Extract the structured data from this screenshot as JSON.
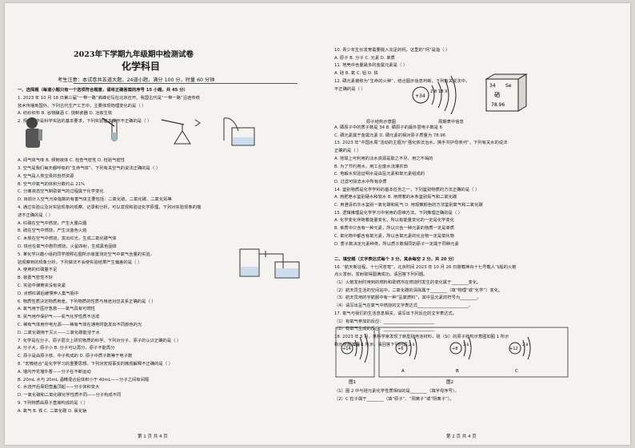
{
  "header": {
    "title": "2023年下学期九年级期中检测试卷",
    "subject": "化学科目",
    "exam_info": "考生注意：本试卷共五道大题，24道小题，满分 100 分，时量 60 分钟"
  },
  "left_lines": [
    "一、选择题（每道小题只有一个选项符合题意，请将正确答案的序号 15 小题，共 45 分）",
    "1. 2023 年 10 月 18 日第三届“一带一路”高峰论坛在北京召开。我国古代是“一带一路”沿途传统",
    "技术传播到国外。下列古代生产工艺中，主要体现物理变化的是（    ）",
    "A. 纺纱织布              B. 谷物酿酒              C. 烧制瓷器              D. 冶炼生铁",
    "2. 规范操作是科学实验的基本要求，下列实验基本操作不正确的是（    ）",
    "",
    "",
    "",
    "",
    "A. 闻气体气味          B. 倾倒液体          C. 检查气密性          D. 检验气密性",
    "3. 空气是我们每天都呼吸的“生命气体”。下列有关空气的说法正确的是（    ）",
    "A. 空气是人类宝贵的自然资源",
    "B. 空气中氧气的体积分数约占 21%",
    "C. 分离液态空气制取氧气的过程属于化学变化",
    "D. 目前计入空气污染指数的有害气体主要包括：二氧化硫、二氧化碳、二氧化氮等",
    "4. 通过实验以及对实验现象的观察、记录和分析，可以发现和验证化学原理。下列对实验现象的描",
    "述不正确的是（    ）",
    "A. 红磷在空气中燃烧，产生大量白烟",
    "B. 硫在空气中燃烧，产生淡蓝色火焰",
    "C. 木炭在空气中燃烧，发出红光，生成二氧化碳气体",
    "D. 铁丝在氧气中剧烈燃烧，火星四射，生成黑色固体",
    "5. 某化学兴趣小组的同学按照右图所示装置测定空气中氧气含量的实验，",
    "验观察到的现象分析，下列做法不会使实验结果产生偏差的是（    ）",
    "A. 使用的红磷量不足",
    "B. 装置气密性不好",
    "C. 实验中弹簧夹没有夹紧",
    "D. 点燃红磷后缓慢伸入集气瓶中",
    "6. 物质性质决定物质用途。下列物质的性质与用途对应关系正确的是（    ）",
    "A. 氧气用于医疗急救——氧气具有可燃性",
    "B. 氮气用作保护气——氮气化学性质不活泼",
    "C. 稀有气体用作电光源——稀有气体在通电时能发出不同颜色的光",
    "D. 二氧化碳用于灭火——二氧化碳能溶于水",
    "7. 化学是在分子、原子层次上研究物质的科学。下列对分子、原子的认识正确的是（    ）",
    "A. 分子大，原子小               B. 分子可以再分，原子不能再分",
    "C. 原子是由原子核、中子构成的     D. 原子中质子数等于电子数",
    "8. “宏微结合”是化学学习的重要思想。下列对宏观事实的微观解释不正确的是（    ）",
    "A. 墙内开花墙外香——分子在不断运动",
    "B. 20mL 水与 20mL 酒精混合后体积小于 40mL——分子之间有间隔",
    "C. 水烧开后易把壶盖顶起——分子体积变大",
    "D. 一氧化碳和二氧化碳化学性质不同——分子构成不同",
    "9. 下列物质由原子直接构成的是（    ）",
    "A. 氧气            B. 铁            C. 二氧化碳            D. 氯化钠"
  ],
  "right_lines": [
    "10. 青少年生长发育需要摄入充足的钙，这里的“钙”是指（    ）",
    "A. 原子              B. 分子              C. 元素              D. 单质",
    "11. 地壳中含量最多的金属元素是（    ）",
    "A. 硅              B. 氧              C. 铝              D. 铁",
    "12. 硒元素被称为“生命的火种”，结合图示信息判断，下列有关说法中，",
    "不正确的是（    ）",
    "",
    "",
    "",
    "",
    "A. 硒原子中的质子数是 34            B. 硒原子的最外层电子数是 6",
    "C. 硒元素属于金属元素              D. 硒元素的相对原子质量为 78.96",
    "13. 2023 年“中国水周”活动的主题为“强化依法治水，携手共护母亲河”。下列有关水的说法",
    "正确的是（    ）",
    "A. 地球上可利用的淡水资源是取之不尽、用之不竭的",
    "B. 为了节约用水，用工业废水浇灌农田",
    "C. 电解水实验证明水是由氢元素和氧元素组成的",
    "D. 过滤可除去水中所有杂质",
    "14. 鉴别物质是化学学科的基本任务之一，下列鉴别物质的方法正确的是（    ）",
    "A. 用肥皂水鉴别硬水和软水              B. 用燃着的木条鉴别氮气和二氧化碳",
    "C. 用澄清石灰水鉴别一氧化碳和氮气          D. 用观察颜色的方法鉴别氧气和二氧化碳",
    "15. 逻辑推理是化学学习中常用的思维方法。下列推理正确的是（    ）",
    "A. 化学变化伴随着能量变化，所以有能量变化的一定是化学变化",
    "B. 单质中只含有一种元素，所以只含一种元素的物质一定是单质",
    "C. 氧化物中都含有氧元素，所以含氧元素的化合物一定是氧化物",
    "D. 质子数决定元素种类，所以质子数相同的原子一定属于同种元素",
    "",
    "二、填空题（文字表达式每个 3 分，其余每空 2 分，共 20 分）",
    "16. “航天新征程，十七问苍穹”。北京时间 2023 年 10 月 26 日搭载神舟十七号载人飞船的火箭",
    "点火发射，发射取得圆满成功。请回答下列问题。",
    "（1）火箭发射时用到的燃料和助燃剂在燃烧时发生的变化属于________变化。",
    "（2）航天员生活的空间站中，二氧化碳的清除属于________（填“物理”或“化学”）变化。",
    "（3）航天员用的宇航服中有一种“氢氧燃料”，其中氢元素的符号为________。",
    "（4）请写出氢气在氧气中燃烧的文字表达式________________________。",
    "17. 氧气与我们的生活息息相关，请写出下列反应的文字表达式。",
    "（1）有氧气参加的反应：________________________",
    "（2）有氧气生成的反应：________________________",
    "18. 2023 年 5 月，某科学家发现了新型硅电池材料，硅（Si）的原子结构示意图如图 1 所示",
    "构示意图如图 1 所示，请回答下列问题。",
    "",
    "",
    "",
    "",
    "",
    "（1）图 2 中与硅元素化学性质相似的是________（填字母序号）。",
    "（2）C 粒子属于________（填“原子”、“阳离子”或“阴离子”）。"
  ],
  "figure_labels": {
    "se_box_top_left": "34",
    "se_box_top_right": "Se",
    "se_box_name": "硒",
    "se_box_mass": "78.96",
    "se_shells": "2 8 18 X",
    "se_nucleus": "+34",
    "se_caption_left": "原子结构示意图",
    "se_caption_right": "周期表中信息",
    "si_nucleus": "+14",
    "si_shells": "2 8 4",
    "a_nucleus": "+6",
    "a_shells": "2 4",
    "b_nucleus": "+8",
    "b_shells": "2 6",
    "c_nucleus": "+12",
    "c_shells": "2 8",
    "fig1_caption": "图1",
    "fig2_caption": "图2",
    "label_A": "A",
    "label_B": "B",
    "label_C": "C"
  },
  "footer_left": "第 1 页 共 4 页",
  "footer_right": "第 2 页 共 4 页"
}
